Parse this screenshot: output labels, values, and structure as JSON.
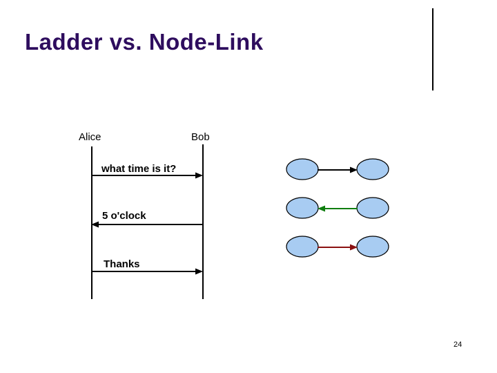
{
  "slide": {
    "title": "Ladder vs. Node-Link",
    "page_number": "24"
  },
  "colors": {
    "title_text": "#2E0D5E",
    "divider": "#000000",
    "background": "#FFFFFF"
  },
  "ladder": {
    "actors": [
      {
        "name": "Alice"
      },
      {
        "name": "Bob"
      }
    ],
    "messages": [
      {
        "label": "what time is it?",
        "direction": "right",
        "color": "#000000"
      },
      {
        "label": "5 o'clock",
        "direction": "left",
        "color": "#000000"
      },
      {
        "label": "Thanks",
        "direction": "right",
        "color": "#000000"
      }
    ]
  },
  "node_link": {
    "node_fill": "#A8CCF2",
    "node_border": "#000000",
    "links": [
      {
        "direction": "right",
        "color": "#000000"
      },
      {
        "direction": "left",
        "color": "#107E10"
      },
      {
        "direction": "right",
        "color": "#8B1010"
      }
    ]
  }
}
